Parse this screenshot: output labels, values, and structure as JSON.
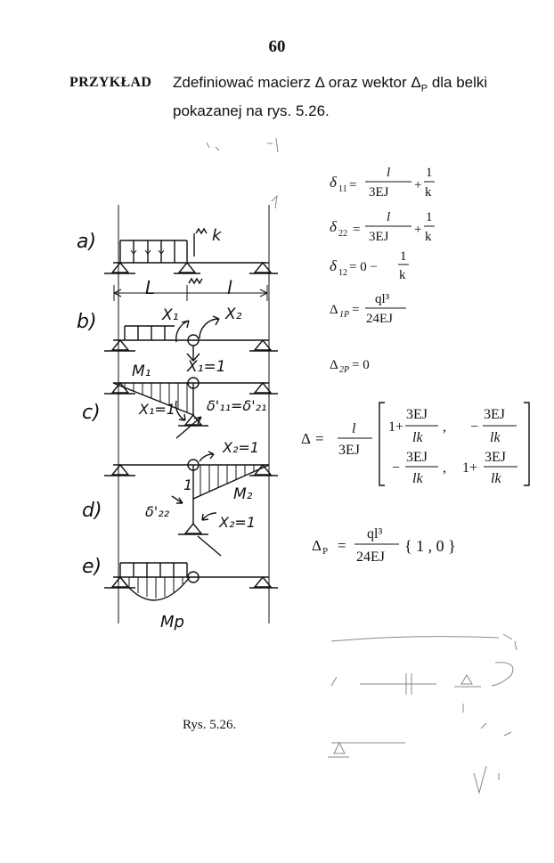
{
  "page": {
    "number": "60",
    "heading": "PRZYKŁAD",
    "text_line1": "Zdefiniować macierz Δ oraz wektor Δ",
    "text_sub": "P",
    "text_line1_end": " dla belki",
    "text_line2": "pokazanej na  rys. 5.26."
  },
  "figure": {
    "caption": "Rys. 5.26.",
    "labels": {
      "a": "a)",
      "b": "b)",
      "c": "c)",
      "d": "d)",
      "e": "e)",
      "spring": "k",
      "span_left": "L",
      "span_right": "l",
      "x1": "X₁",
      "x2": "X₂",
      "x1_unit": "X₁=1",
      "x1_unit_c": "X₁=1",
      "m1": "M₁",
      "delta11": "δ'₁₁=δ'₂₁",
      "x2_unit_top": "X₂=1",
      "one": "1",
      "m2": "M₂",
      "delta22": "δ'₂₂",
      "x2_unit_bottom": "X₂=1",
      "mp": "Mp"
    }
  },
  "formulas": {
    "delta11": {
      "sym": "δ",
      "sub": "11",
      "num1": "l",
      "den1": "3EJ",
      "num2": "1",
      "den2": "k"
    },
    "delta22": {
      "sym": "δ",
      "sub": "22",
      "num1": "l",
      "den1": "3EJ",
      "num2": "1",
      "den2": "k"
    },
    "delta12": {
      "sym": "δ",
      "sub": "12",
      "lead": "= 0 −",
      "num": "1",
      "den": "k"
    },
    "delta1p": {
      "sym": "Δ",
      "sub": "1P",
      "num": "ql³",
      "den": "24EJ"
    },
    "delta2p": {
      "sym": "Δ",
      "sub": "2P",
      "value": "= 0"
    },
    "matrix": {
      "sym": "Δ",
      "pre_num": "l",
      "pre_den": "3EJ",
      "a11_lead": "1+",
      "a11_num": "3EJ",
      "a11_den": "lk",
      "a12_lead": "−",
      "a12_num": "3EJ",
      "a12_den": "lk",
      "a21_lead": "−",
      "a21_num": "3EJ",
      "a21_den": "lk",
      "a22_lead": "1+",
      "a22_num": "3EJ",
      "a22_den": "lk"
    },
    "vector": {
      "sym": "Δ",
      "sub": "P",
      "num": "ql³",
      "den": "24EJ",
      "body": "{ 1 , 0 }"
    }
  }
}
